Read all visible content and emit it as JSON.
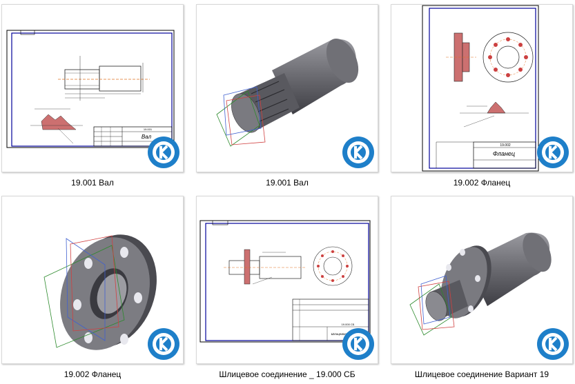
{
  "files": [
    {
      "caption": "19.001 Вал",
      "kind": "drawing-shaft",
      "title_block": "Вал",
      "sheet_no": "19.001"
    },
    {
      "caption": "19.001 Вал",
      "kind": "model-shaft"
    },
    {
      "caption": "19.002 Фланец",
      "kind": "drawing-flange",
      "title_block": "Фланец",
      "sheet_no": "19.002"
    },
    {
      "caption": "19.002 Фланец",
      "kind": "model-flange"
    },
    {
      "caption": "Шлицевое соединение _ 19.000 СБ",
      "kind": "drawing-assembly",
      "title_block": "Шлицевое соединение",
      "sheet_no": "19.000 СБ"
    },
    {
      "caption": "Шлицевое соединение Вариант 19",
      "kind": "model-assembly"
    }
  ],
  "badge_icon": "kompas-logo-icon",
  "colors": {
    "badge_outer": "#1e7fc9",
    "badge_inner": "#ffffff",
    "model_gray": "#6e6e74"
  }
}
